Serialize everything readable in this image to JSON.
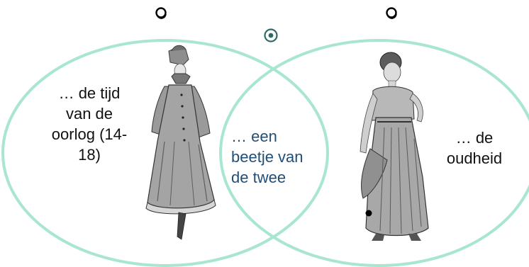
{
  "diagram": {
    "type": "venn",
    "circle_color": "#a8e6cf",
    "left": {
      "text": "… de tijd\nvan de\noorlog (14-\n18)",
      "figure_icon": "ww1-era-woman-in-long-coat-icon"
    },
    "middle": {
      "text": "… een\nbeetje van\nde twee",
      "text_color": "#1f4e79"
    },
    "right": {
      "text": "…  de\noudheid",
      "figure_icon": "ancient-greek-woman-in-chiton-icon"
    },
    "radio_options": [
      {
        "id": "left",
        "selected": false,
        "icon": "radio-empty-icon"
      },
      {
        "id": "middle",
        "selected": true,
        "icon": "radio-selected-icon"
      },
      {
        "id": "right",
        "selected": false,
        "icon": "radio-empty-icon"
      }
    ]
  }
}
